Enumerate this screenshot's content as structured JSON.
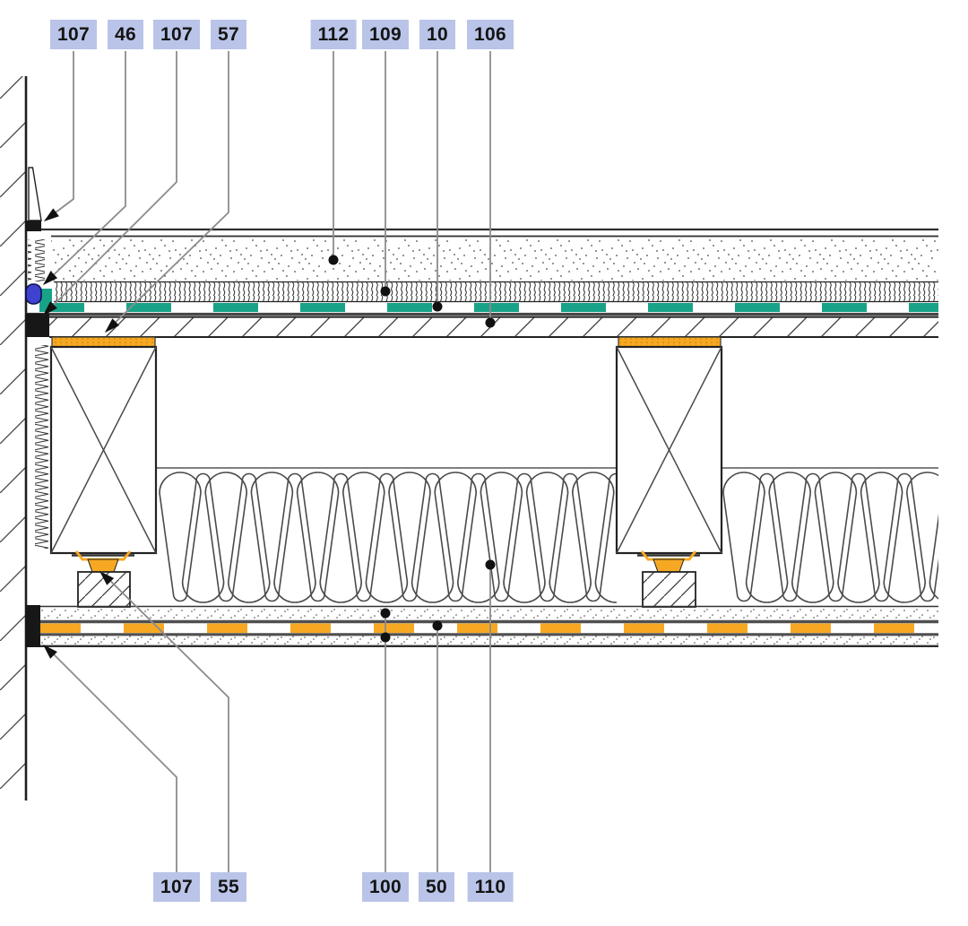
{
  "diagram": {
    "callouts_top": [
      "107",
      "46",
      "107",
      "57",
      "112",
      "109",
      "10",
      "106"
    ],
    "callouts_bottom": [
      "107",
      "55",
      "100",
      "50",
      "110"
    ],
    "colors": {
      "callout_bg": "#b9c4e8",
      "teal_layer": "#18a389",
      "orange_layer": "#f7a823",
      "blue_fixing": "#3d43ce",
      "line_dark": "#2e2e2e",
      "leader_gray": "#8c8c8c"
    }
  }
}
